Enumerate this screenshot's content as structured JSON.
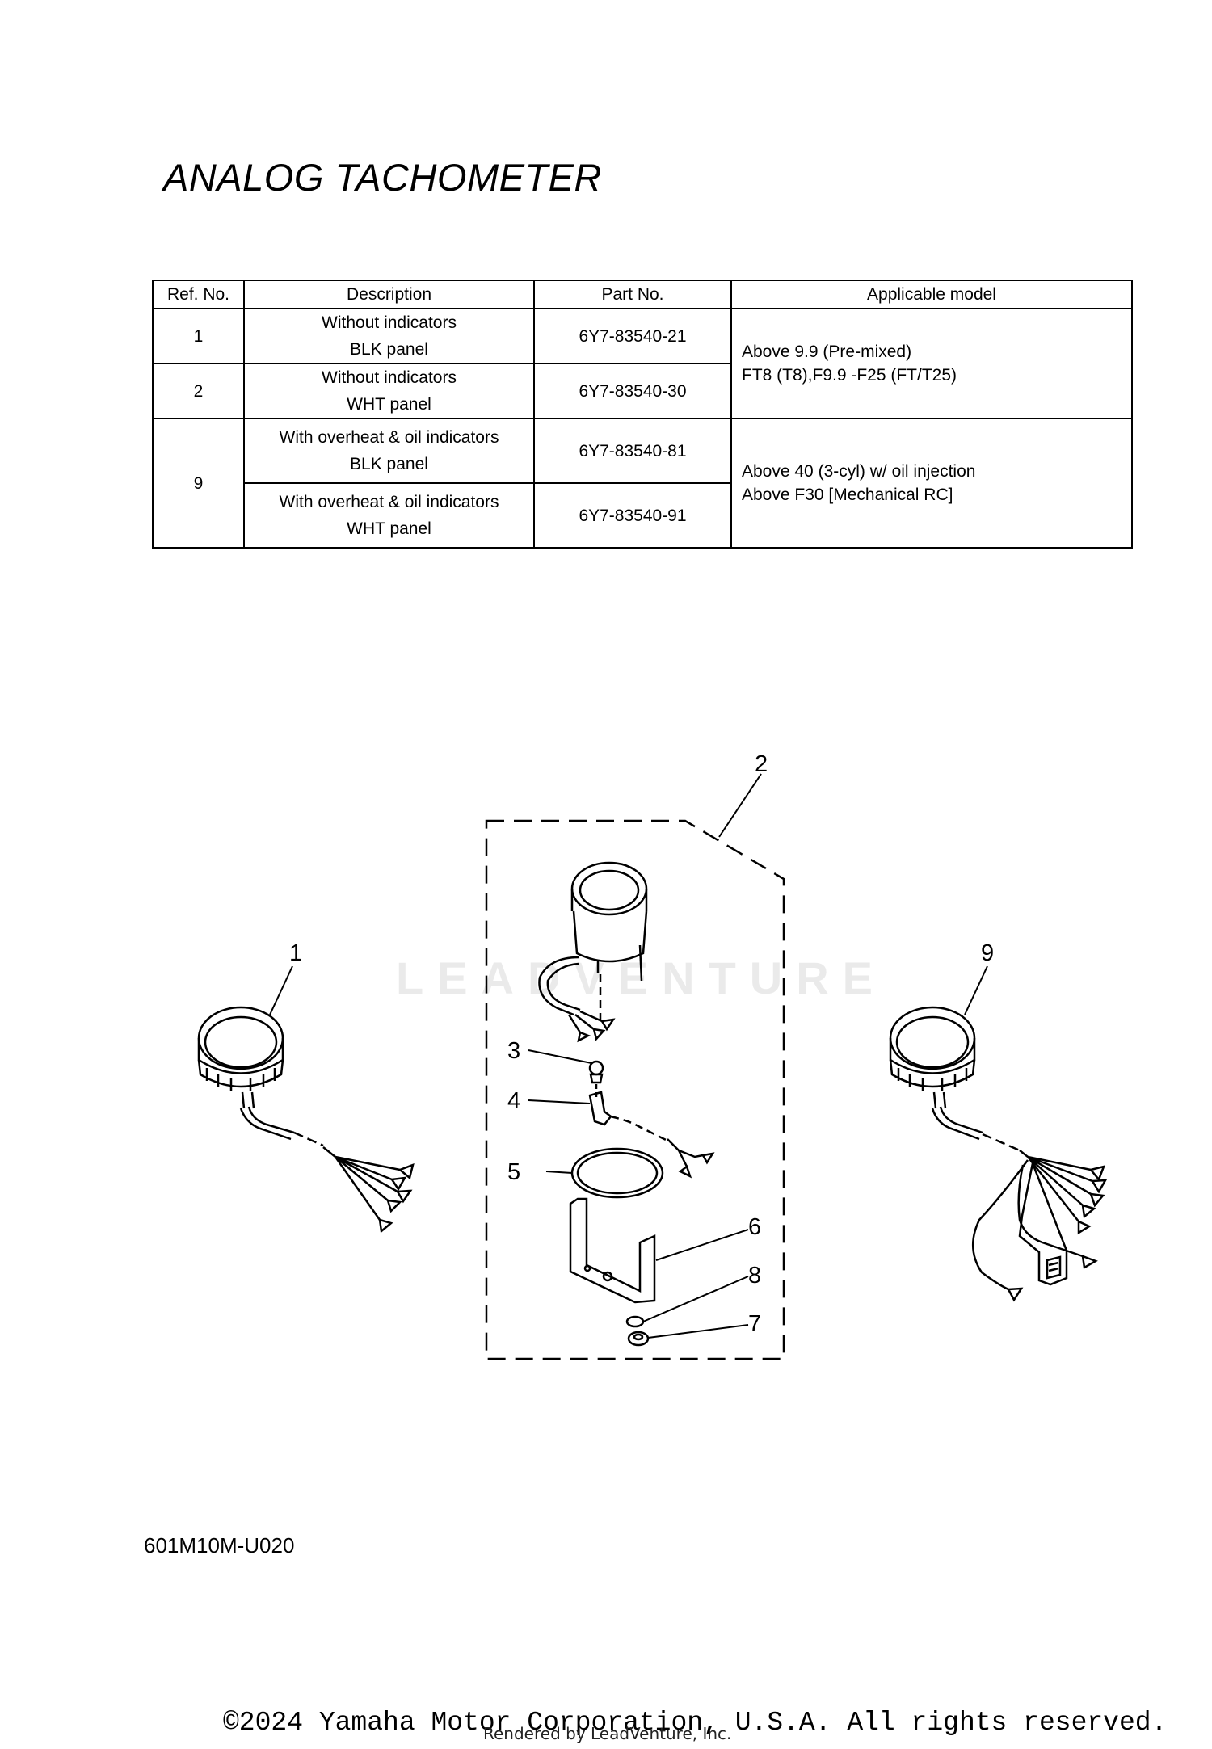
{
  "title": "ANALOG TACHOMETER",
  "table": {
    "headers": [
      "Ref. No.",
      "Description",
      "Part No.",
      "Applicable model"
    ],
    "rows": [
      {
        "ref": "1",
        "desc1": "Without indicators",
        "desc2": "BLK panel",
        "part": "6Y7-83540-21"
      },
      {
        "ref": "2",
        "desc1": "Without indicators",
        "desc2": "WHT panel",
        "part": "6Y7-83540-30"
      },
      {
        "ref": "9",
        "desc1": "With overheat & oil indicators",
        "desc2": "BLK panel",
        "part": "6Y7-83540-81"
      },
      {
        "ref": "",
        "desc1": "With overheat & oil indicators",
        "desc2": "WHT panel",
        "part": "6Y7-83540-91"
      }
    ],
    "models": [
      {
        "line1": "Above 9.9 (Pre-mixed)",
        "line2": "FT8 (T8),F9.9 -F25 (FT/T25)"
      },
      {
        "line1": "Above 40 (3-cyl) w/ oil injection",
        "line2": "Above F30 [Mechanical RC]"
      }
    ]
  },
  "callouts": [
    "1",
    "2",
    "3",
    "4",
    "5",
    "6",
    "8",
    "7",
    "9"
  ],
  "watermark": "LEADVENTURE",
  "diagram_code": "601M10M-U020",
  "copyright": "©2024 Yamaha Motor Corporation, U.S.A. All rights reserved.",
  "rendered_by": "Rendered by LeadVenture, Inc."
}
